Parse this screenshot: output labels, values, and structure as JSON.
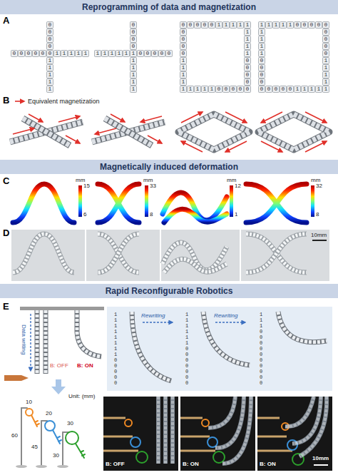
{
  "diagram": {
    "nodes": [
      {
        "text": [
          "Reprogramming of data and magnetization"
        ]
      },
      {
        "text": [
          "Magnetically induced deformation"
        ]
      },
      {
        "text": [
          "Rapid Reconfigurable Robotics"
        ]
      }
    ],
    "labels": [
      "A",
      "0000",
      "00000011111",
      "11111",
      "0000",
      "11111100000",
      "11111",
      "0000011111",
      "00001111",
      "11110000",
      "1111100000",
      "1111100000",
      "11110000",
      "00001111",
      "0000011111",
      "B",
      "C",
      "mm",
      "15",
      "6",
      "mm",
      "33",
      "8",
      "mm",
      "12",
      "1",
      "mm",
      "32",
      "8",
      "D",
      "10mm",
      "E",
      "Data writing",
      "B: OFF",
      "B: ON",
      "1111111100000",
      "Rewriting",
      "1111110000000",
      "Rewriting",
      "1110000000000",
      "Unit: (mm)",
      "10",
      "60",
      "20",
      "45",
      "30",
      "30",
      "B: OFF",
      "B: ON",
      "B: ON",
      "10mm"
    ],
    "legend": [
      {
        "text": "Equivalent magnetization"
      }
    ]
  }
}
